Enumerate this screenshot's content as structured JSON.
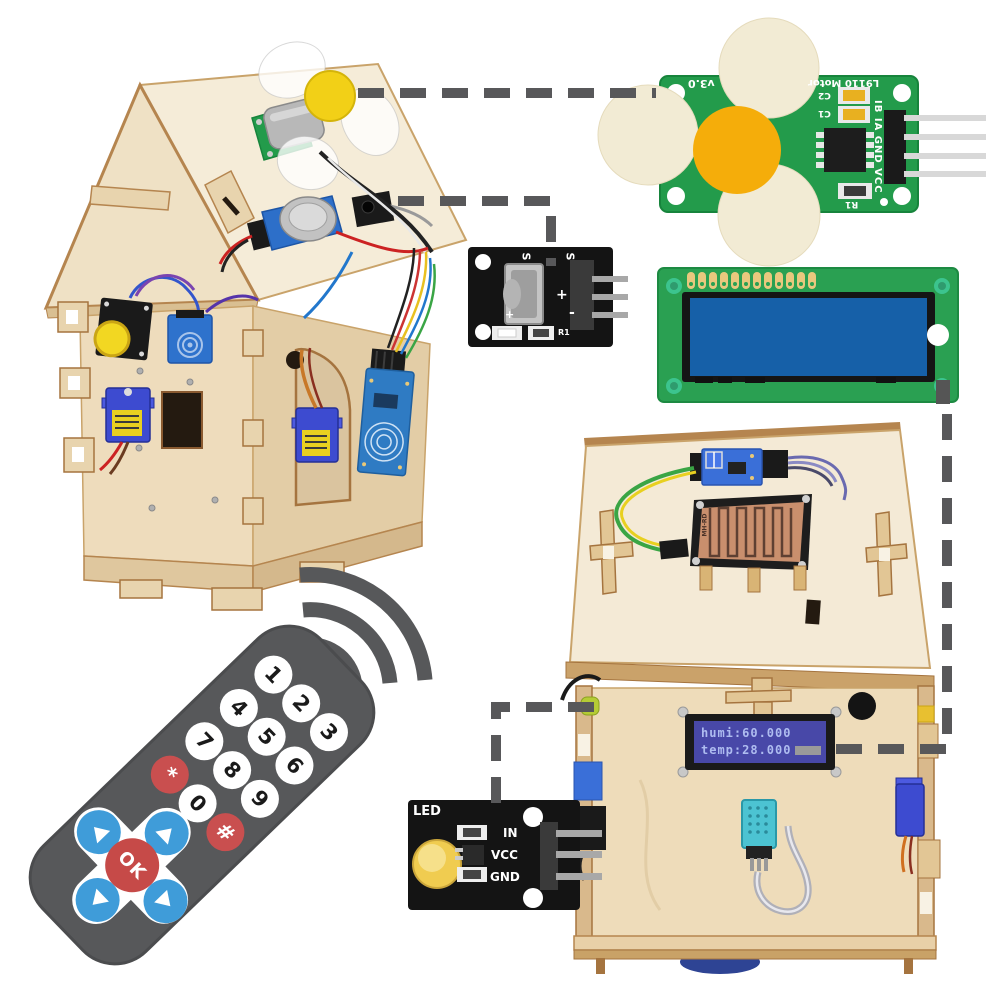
{
  "motor_driver_board": {
    "version_label": "v3.0",
    "part_label": "L9110 Motor",
    "cap_c2": "C2",
    "cap_c1": "C1",
    "pin_labels": "IB IA GND VCC",
    "resistor_label": "R1"
  },
  "ir_receiver_module": {
    "signal_label_left": "S",
    "signal_label_right": "S",
    "plus_label_large": "+",
    "plus_label_small": "+",
    "minus_label": "-",
    "resistor_label": "R1"
  },
  "led_module": {
    "name_label": "LED",
    "pin_in": "IN",
    "pin_vcc": "VCC",
    "pin_gnd": "GND"
  },
  "rain_sensor": {
    "model_label": "MH-RD"
  },
  "smart_house_display": {
    "line1": "humi:60.000",
    "line2": "temp:28.000"
  },
  "remote_control": {
    "keys": [
      "1",
      "2",
      "3",
      "4",
      "5",
      "6",
      "7",
      "8",
      "9",
      "*",
      "0",
      "#"
    ],
    "ok_label": "OK"
  },
  "colors": {
    "pcb_green": "#239b4b",
    "wood_light": "#eedcba",
    "wood_edge": "#a5743f",
    "remote_body": "#57585a",
    "remote_blue": "#3f9cd9",
    "remote_red": "#c94f4f",
    "lcd_screen_blue": "#1660a8",
    "house_lcd_screen": "#4848a8",
    "dashed_line": "#58585a",
    "flower_petal": "#f2ebd4",
    "flower_center": "#f5ad0a",
    "servo_blue": "#3d4bd0",
    "dht11_teal": "#4cc3d2",
    "rain_sensor_copper": "#c98f6d",
    "module_black": "#141414",
    "led_yellow": "#f0cc50"
  }
}
